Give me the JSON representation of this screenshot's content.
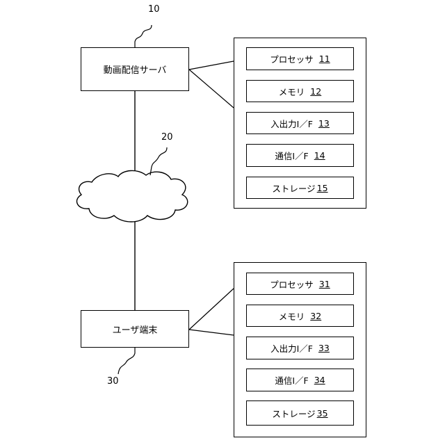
{
  "server": {
    "label": "動画配信サーバ",
    "ref": "10",
    "components": [
      {
        "name": "プロセッサ",
        "num": "11"
      },
      {
        "name": "メモリ",
        "num": "12"
      },
      {
        "name": "入出力I／F",
        "num": "13"
      },
      {
        "name": "通信I／F",
        "num": "14"
      },
      {
        "name": "ストレージ",
        "num": "15"
      }
    ]
  },
  "network": {
    "ref": "20"
  },
  "terminal": {
    "label": "ユーザ端末",
    "ref": "30",
    "components": [
      {
        "name": "プロセッサ",
        "num": "31"
      },
      {
        "name": "メモリ",
        "num": "32"
      },
      {
        "name": "入出力I／F",
        "num": "33"
      },
      {
        "name": "通信I／F",
        "num": "34"
      },
      {
        "name": "ストレージ",
        "num": "35"
      }
    ]
  }
}
